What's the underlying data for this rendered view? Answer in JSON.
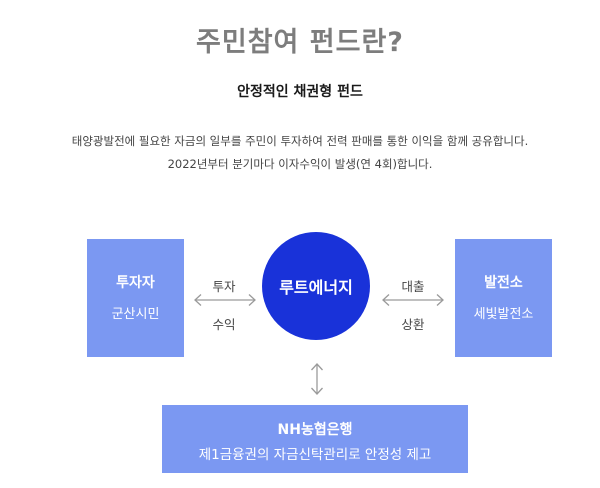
{
  "page": {
    "title": "주민참여 펀드란?",
    "subtitle": "안정적인 채권형 펀드",
    "description_line1": "태양광발전에 필요한 자금의 일부를 주민이 투자하여 전력 판매를 통한 이익을 함께 공유합니다.",
    "description_line2": "2022년부터 분기마다 이자수익이 발생(연 4회)합니다."
  },
  "diagram": {
    "investor": {
      "title": "투자자",
      "subtitle": "군산시민"
    },
    "center": {
      "label": "루트에너지"
    },
    "plant": {
      "title": "발전소",
      "subtitle": "세빛발전소"
    },
    "bank": {
      "title": "NH농협은행",
      "subtitle": "제1금융권의 자금신탁관리로 안정성 제고"
    },
    "left_flow": {
      "top_label": "투자",
      "bottom_label": "수익"
    },
    "right_flow": {
      "top_label": "대출",
      "bottom_label": "상환"
    },
    "colors": {
      "box": "#7b98f2",
      "center": "#1932d9",
      "arrow": "#9a9a9a",
      "title": "#7d7d7d"
    }
  }
}
